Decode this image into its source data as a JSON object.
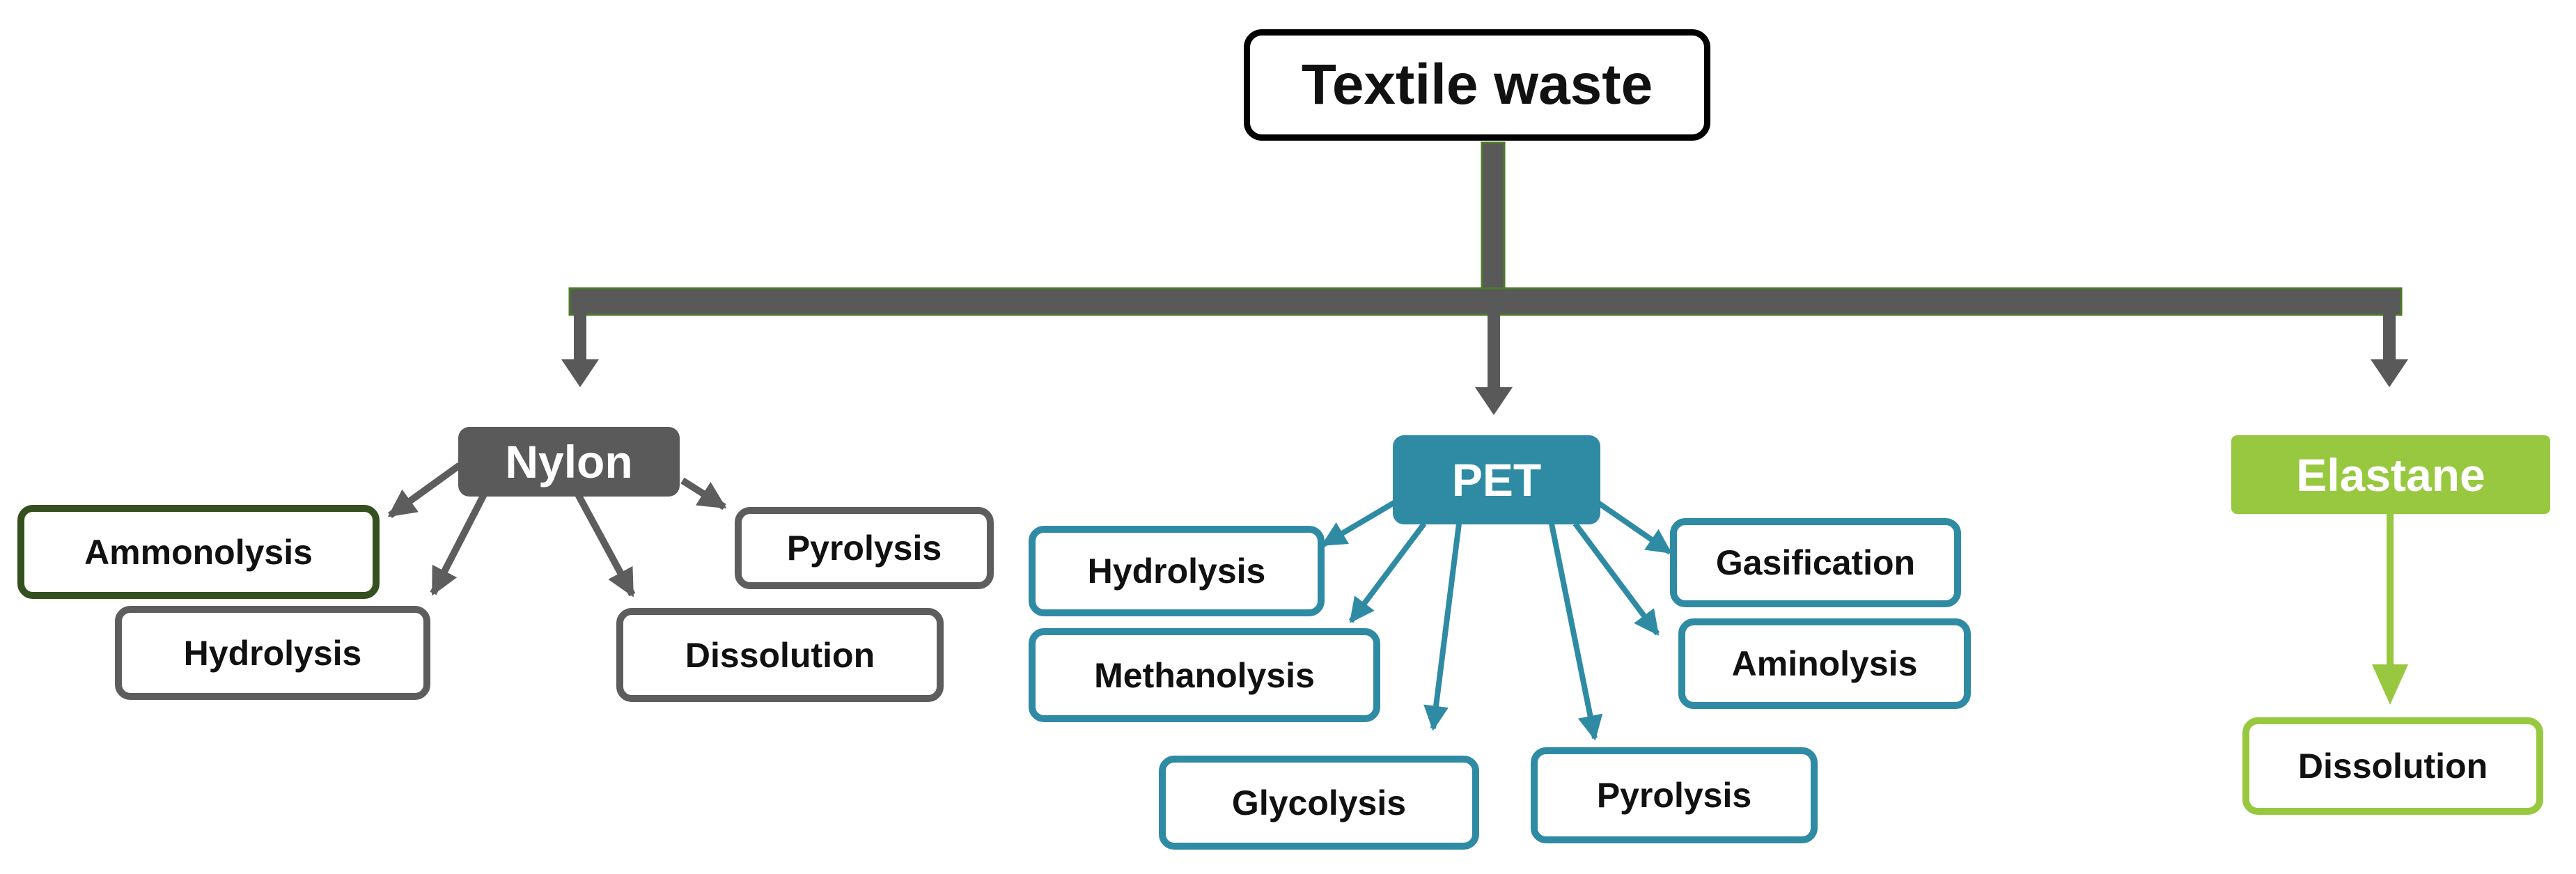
{
  "root": {
    "label": "Textile waste"
  },
  "categories": {
    "nylon": {
      "label": "Nylon",
      "color": "#5a5a5a"
    },
    "pet": {
      "label": "PET",
      "color": "#2f8ba4"
    },
    "elastane": {
      "label": "Elastane",
      "color": "#98c840"
    }
  },
  "nylon_methods": [
    "Ammonolysis",
    "Hydrolysis",
    "Dissolution",
    "Pyrolysis"
  ],
  "pet_methods": [
    "Hydrolysis",
    "Methanolysis",
    "Glycolysis",
    "Pyrolysis",
    "Aminolysis",
    "Gasification"
  ],
  "elastane_methods": [
    "Dissolution"
  ],
  "colors": {
    "trunk": "#595959",
    "nylon_arrow": "#5d5d5d",
    "pet_arrow": "#2f8ba4",
    "elastane_arrow": "#98c840",
    "ammonolysis_border": "#34501e"
  }
}
